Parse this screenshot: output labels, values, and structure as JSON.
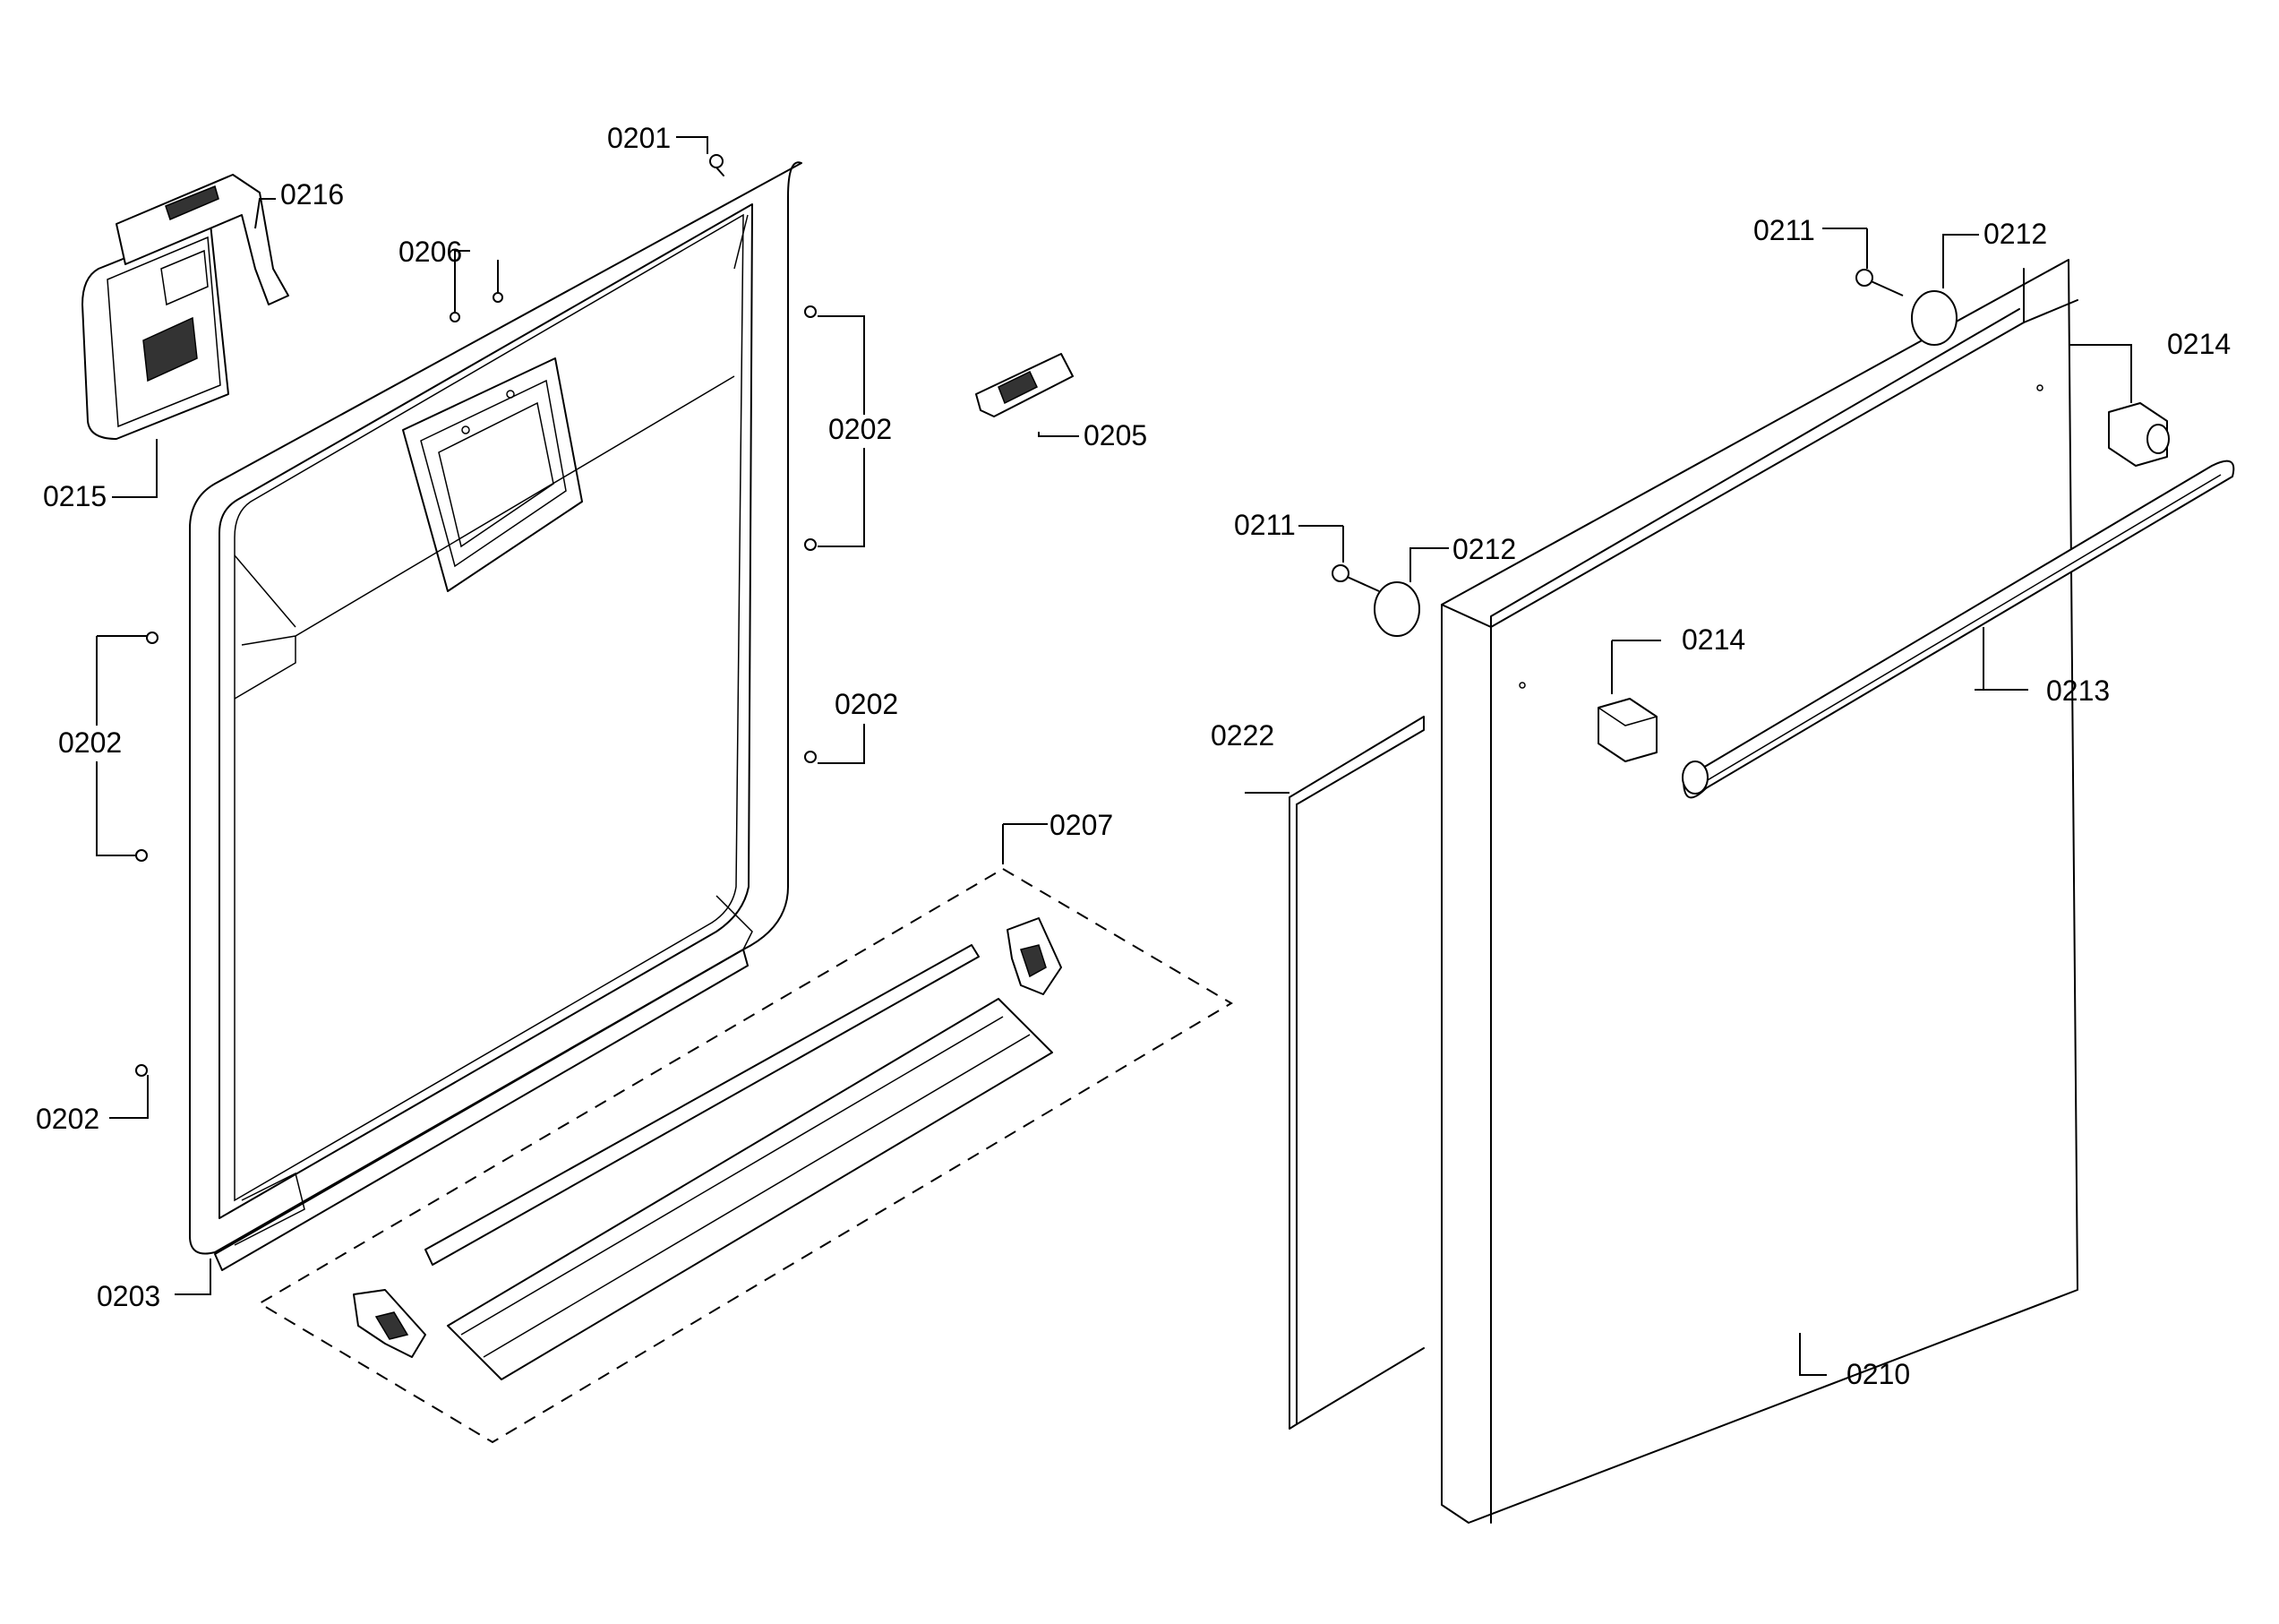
{
  "callouts": {
    "c0201": "0201",
    "c0202a": "0202",
    "c0202b": "0202",
    "c0202c": "0202",
    "c0202d": "0202",
    "c0203": "0203",
    "c0205": "0205",
    "c0206": "0206",
    "c0207": "0207",
    "c0210": "0210",
    "c0211a": "0211",
    "c0211b": "0211",
    "c0212a": "0212",
    "c0212b": "0212",
    "c0213": "0213",
    "c0214a": "0214",
    "c0214b": "0214",
    "c0215": "0215",
    "c0216": "0216",
    "c0222": "0222"
  }
}
